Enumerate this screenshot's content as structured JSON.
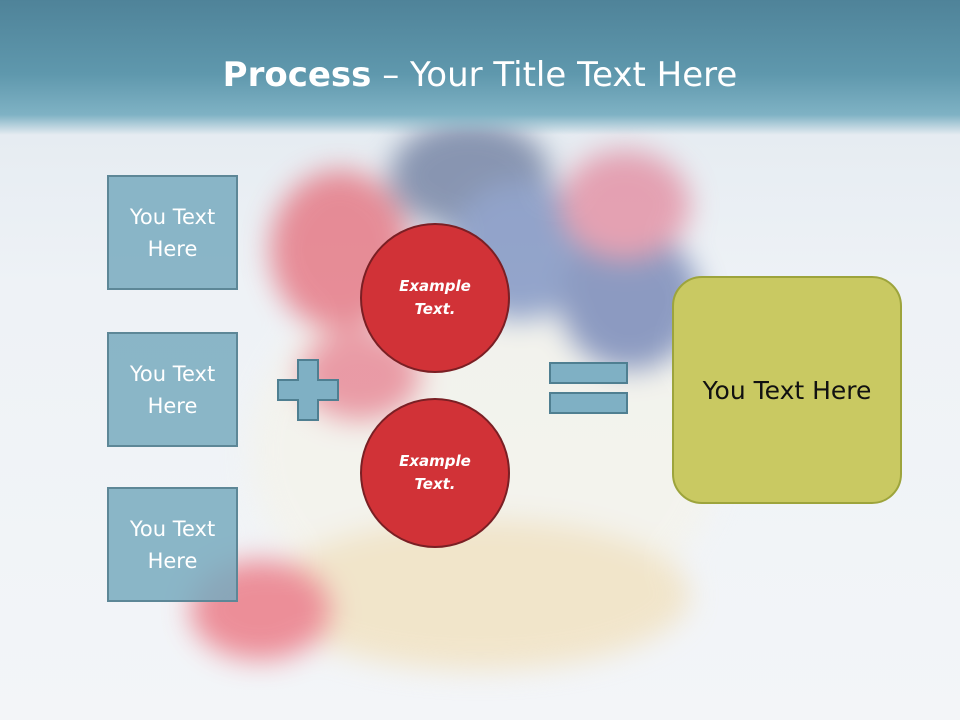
{
  "title": {
    "bold": "Process",
    "dash": " – ",
    "rest": "Your Title Text Here"
  },
  "left_boxes": [
    {
      "label": "You Text Here"
    },
    {
      "label": "You Text Here"
    },
    {
      "label": "You Text Here"
    }
  ],
  "circles": [
    {
      "label": "Example Text."
    },
    {
      "label": "Example Text."
    }
  ],
  "result": {
    "label": "You Text Here"
  },
  "colors": {
    "title_bar": "#5f98ad",
    "box_fill": "#78aabe",
    "circle_fill": "#d13237",
    "result_fill": "#c9c962"
  },
  "icons": {
    "plus": "plus-icon",
    "equals": "equals-icon"
  }
}
